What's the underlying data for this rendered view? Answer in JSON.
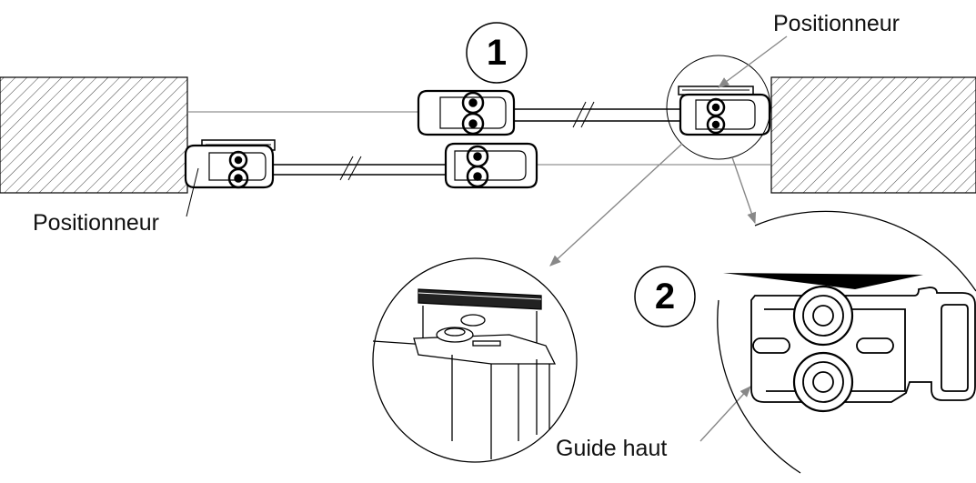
{
  "labels": {
    "positionneur_top": "Positionneur",
    "positionneur_left": "Positionneur",
    "guide_haut": "Guide haut"
  },
  "steps": {
    "one": "1",
    "two": "2"
  },
  "colors": {
    "line": "#000000",
    "thin_line": "#555555",
    "hatch": "#444444",
    "arrow": "#888888"
  }
}
